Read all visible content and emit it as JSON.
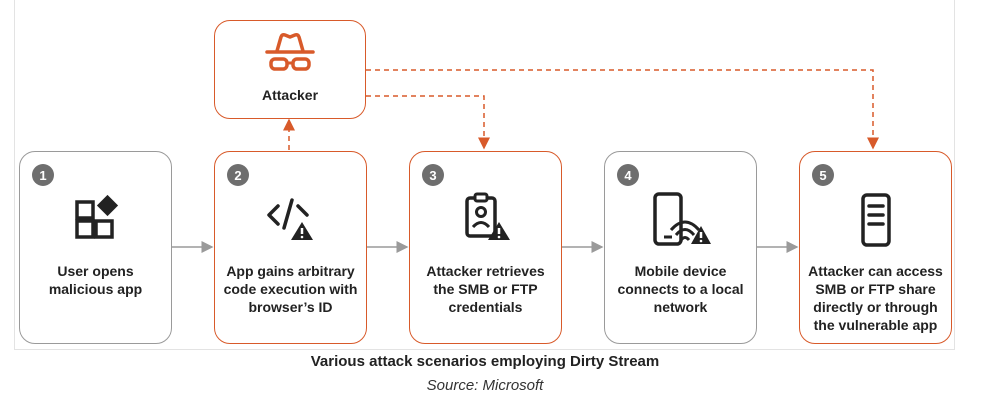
{
  "attacker": {
    "label": "Attacker"
  },
  "steps": [
    {
      "number": "1",
      "text": "User opens malicious app"
    },
    {
      "number": "2",
      "text": "App gains arbitrary code execution with browser’s ID"
    },
    {
      "number": "3",
      "text": "Attacker retrieves the SMB or FTP credentials"
    },
    {
      "number": "4",
      "text": "Mobile device connects to a local network"
    },
    {
      "number": "5",
      "text": "Attacker can access SMB or FTP share directly or through the vulnerable app"
    }
  ],
  "caption": "Various attack scenarios employing Dirty Stream",
  "source": "Source: Microsoft",
  "colors": {
    "accent": "#d85a2a",
    "neutral": "#9a9a9a",
    "text": "#222222"
  },
  "icons": [
    "spy-icon",
    "apps-icon",
    "code-warning-icon",
    "credential-clipboard-icon",
    "mobile-wifi-warning-icon",
    "server-icon"
  ]
}
